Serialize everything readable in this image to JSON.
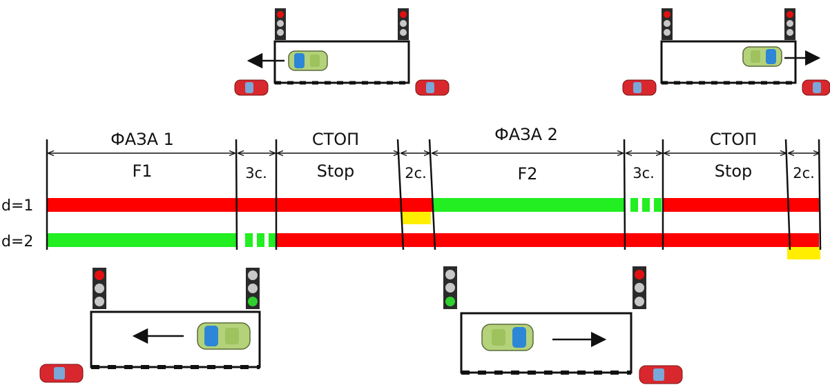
{
  "phases": [
    {
      "title": "ФАЗА 1",
      "sub": "F1"
    },
    {
      "title": "",
      "sub": "3с."
    },
    {
      "title": "СТОП",
      "sub": "Stop"
    },
    {
      "title": "",
      "sub": "2с."
    },
    {
      "title": "ФАЗА 2",
      "sub": "F2"
    },
    {
      "title": "",
      "sub": "3с."
    },
    {
      "title": "СТОП",
      "sub": "Stop"
    },
    {
      "title": "",
      "sub": "2с."
    }
  ],
  "rows": [
    {
      "label": "d=1"
    },
    {
      "label": "d=2"
    }
  ],
  "colors": {
    "red": "#ff0000",
    "green": "#22ee22",
    "yellow": "#ffee00",
    "line": "#111111",
    "car_green": "#b4d27a",
    "car_blue": "#2e86d6",
    "car_red": "#d8282e"
  },
  "signal_states": {
    "top_left": {
      "left": "red",
      "right": "red"
    },
    "top_right": {
      "left": "red",
      "right": "red"
    },
    "bottom_left": {
      "left": "red",
      "right": "green"
    },
    "bottom_right": {
      "left": "green",
      "right": "red"
    }
  },
  "icons": [
    "traffic-light-icon",
    "green-car-icon",
    "red-car-icon",
    "arrow-icon"
  ]
}
